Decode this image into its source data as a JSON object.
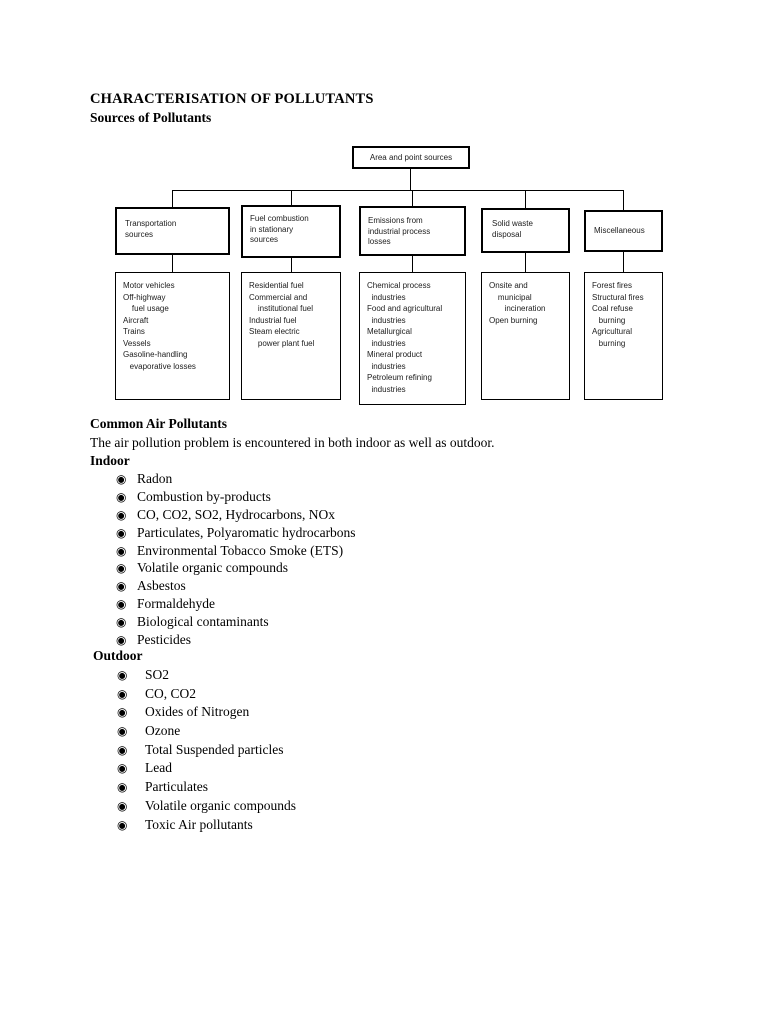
{
  "doc": {
    "title": "CHARACTERISATION OF POLLUTANTS",
    "subtitle": "Sources of Pollutants"
  },
  "colors": {
    "page_background": "#ffffff",
    "text": "#000000",
    "diagram_border": "#000000"
  },
  "diagram": {
    "root": "Area and point sources",
    "columns": [
      {
        "title": "Transportation\nsources",
        "details": "Motor vehicles\nOff-highway\n    fuel usage\nAircraft\nTrains\nVessels\nGasoline-handling\n   evaporative losses"
      },
      {
        "title": "Fuel combustion\nin stationary\nsources",
        "details": "Residential fuel\nCommercial and\n    institutional fuel\nIndustrial fuel\nSteam electric\n    power plant fuel"
      },
      {
        "title": "Emissions from\nindustrial process\nlosses",
        "details": "Chemical process\n  industries\nFood and agricultural\n  industries\nMetallurgical\n  industries\nMineral product\n  industries\nPetroleum refining\n  industries"
      },
      {
        "title": "Solid waste\ndisposal",
        "details": "Onsite and\n    municipal\n       incineration\nOpen burning"
      },
      {
        "title": "Miscellaneous",
        "details": "Forest fires\nStructural fires\nCoal refuse\n   burning\nAgricultural\n   burning"
      }
    ]
  },
  "sections": {
    "common_heading": "Common Air Pollutants",
    "intro": "The air pollution problem is encountered in both indoor as well as outdoor.",
    "bullet_glyph": "◉",
    "indoor": {
      "heading": "Indoor",
      "items": [
        "Radon",
        "Combustion by-products",
        "CO, CO2, SO2, Hydrocarbons, NOx",
        "Particulates, Polyaromatic hydrocarbons",
        "Environmental Tobacco Smoke (ETS)",
        "Volatile organic compounds",
        "Asbestos",
        "Formaldehyde",
        "Biological contaminants",
        "Pesticides"
      ]
    },
    "outdoor": {
      "heading": "Outdoor",
      "items": [
        "SO2",
        "CO, CO2",
        "Oxides of Nitrogen",
        "Ozone",
        "Total Suspended particles",
        "Lead",
        "Particulates",
        "Volatile organic compounds",
        "Toxic Air pollutants"
      ]
    }
  }
}
